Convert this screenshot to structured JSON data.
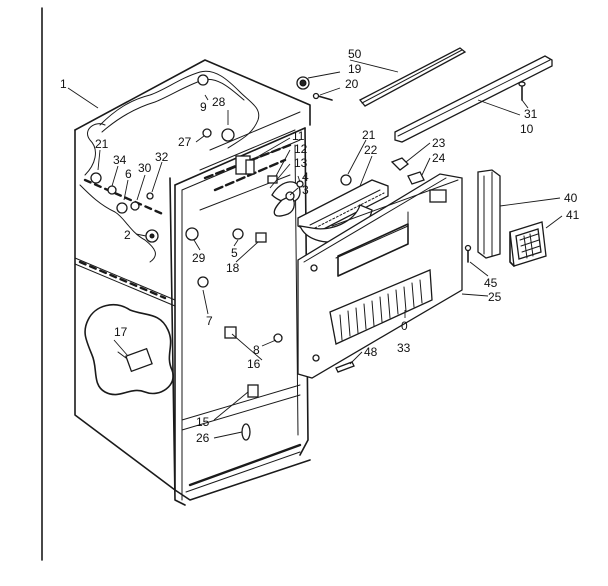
{
  "diagram": {
    "callouts": [
      {
        "id": "c1",
        "text": "1"
      },
      {
        "id": "c50",
        "text": "50"
      },
      {
        "id": "c19",
        "text": "19"
      },
      {
        "id": "c20",
        "text": "20"
      },
      {
        "id": "c31",
        "text": "31"
      },
      {
        "id": "c10",
        "text": "10"
      },
      {
        "id": "c9",
        "text": "9"
      },
      {
        "id": "c28",
        "text": "28"
      },
      {
        "id": "c27",
        "text": "27"
      },
      {
        "id": "c21a",
        "text": "21"
      },
      {
        "id": "c34",
        "text": "34"
      },
      {
        "id": "c6",
        "text": "6"
      },
      {
        "id": "c30",
        "text": "30"
      },
      {
        "id": "c32",
        "text": "32"
      },
      {
        "id": "c2",
        "text": "2"
      },
      {
        "id": "c11",
        "text": "11"
      },
      {
        "id": "c12",
        "text": "12"
      },
      {
        "id": "c13",
        "text": "13"
      },
      {
        "id": "c4",
        "text": "4"
      },
      {
        "id": "c3",
        "text": "3"
      },
      {
        "id": "c21b",
        "text": "21"
      },
      {
        "id": "c22",
        "text": "22"
      },
      {
        "id": "c23",
        "text": "23"
      },
      {
        "id": "c24",
        "text": "24"
      },
      {
        "id": "c40",
        "text": "40"
      },
      {
        "id": "c41",
        "text": "41"
      },
      {
        "id": "c29",
        "text": "29"
      },
      {
        "id": "c5",
        "text": "5"
      },
      {
        "id": "c18",
        "text": "18"
      },
      {
        "id": "c7",
        "text": "7"
      },
      {
        "id": "c45",
        "text": "45"
      },
      {
        "id": "c25",
        "text": "25"
      },
      {
        "id": "c17",
        "text": "17"
      },
      {
        "id": "c0",
        "text": "0"
      },
      {
        "id": "c33",
        "text": "33"
      },
      {
        "id": "c8",
        "text": "8"
      },
      {
        "id": "c16",
        "text": "16"
      },
      {
        "id": "c48",
        "text": "48"
      },
      {
        "id": "c15",
        "text": "15"
      },
      {
        "id": "c26",
        "text": "26"
      }
    ]
  }
}
